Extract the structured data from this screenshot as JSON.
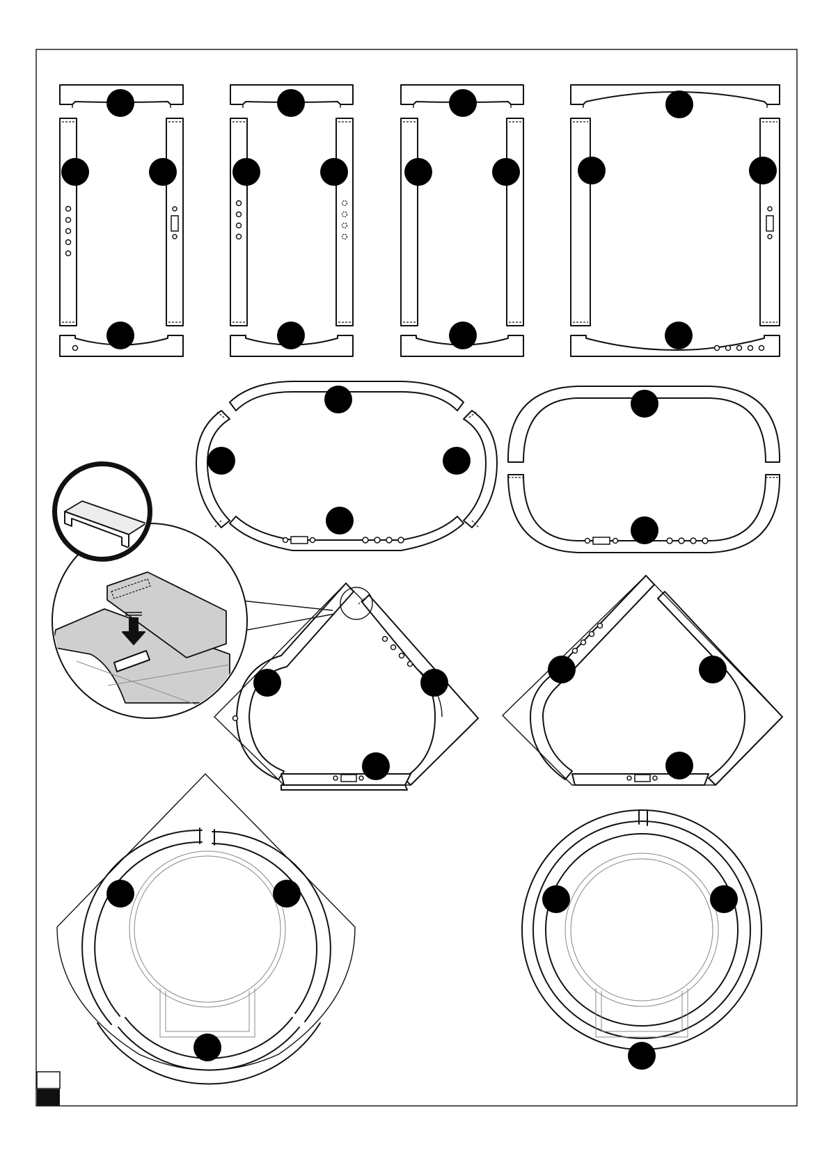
{
  "page": {
    "type": "assembly-diagram-sheet",
    "background": "#ffffff",
    "line_color": "#111111",
    "marker_color": "#000000",
    "detail_fill": "#cfcfcf"
  },
  "icons": {
    "marker": "filled-circle-callout",
    "insert_arrow": "down-arrow-icon",
    "joiner": "u-shaped-connector-icon"
  },
  "footer": {
    "indicator_top": "empty-square",
    "indicator_bottom": "filled-square"
  }
}
